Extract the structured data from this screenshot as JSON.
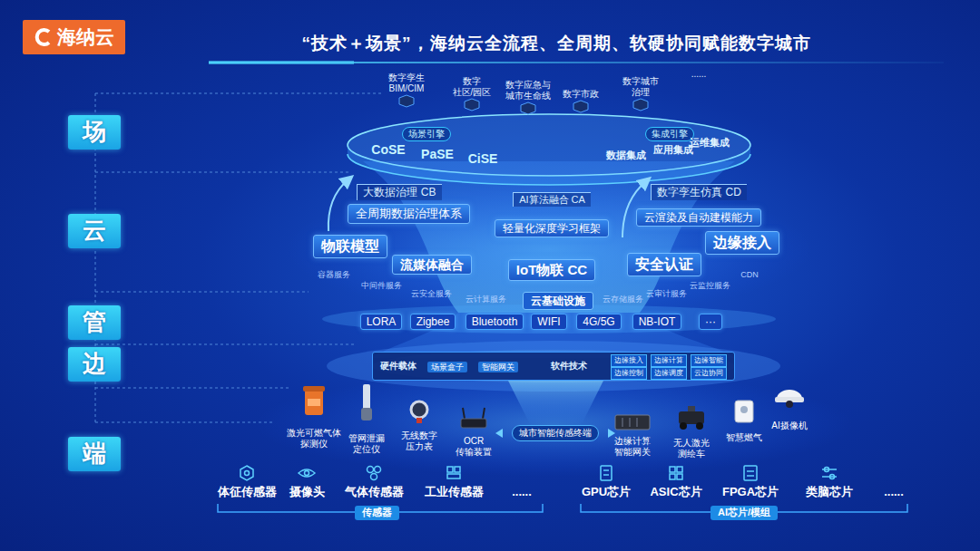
{
  "diagram": {
    "title": "“技术＋场景”，海纳云全流程、全周期、软硬协同赋能数字城市",
    "nodes": [
      {
        "text": [
          "海纳云"
        ]
      },
      {
        "text": [
          "场"
        ]
      },
      {
        "text": [
          "云"
        ]
      },
      {
        "text": [
          "管"
        ]
      },
      {
        "text": [
          "边"
        ]
      },
      {
        "text": [
          "端"
        ]
      },
      {
        "text": [
          "场景引擎"
        ]
      },
      {
        "text": [
          "集成引擎"
        ]
      },
      {
        "text": [
          "大数据治理 CB"
        ]
      },
      {
        "text": [
          "全周期数据治理体系"
        ]
      },
      {
        "text": [
          "AI算法融合 CA"
        ]
      },
      {
        "text": [
          "轻量化深度学习框架"
        ]
      },
      {
        "text": [
          "数字孪生仿真 CD"
        ]
      },
      {
        "text": [
          "云渲染及自动建模能力"
        ]
      },
      {
        "text": [
          "物联模型"
        ]
      },
      {
        "text": [
          "流媒体融合"
        ]
      },
      {
        "text": [
          "IoT物联 CC"
        ]
      },
      {
        "text": [
          "安全认证"
        ]
      },
      {
        "text": [
          "边缘接入"
        ]
      },
      {
        "text": [
          "云基础设施"
        ]
      },
      {
        "text": [
          "LORA"
        ]
      },
      {
        "text": [
          "Zigbee"
        ]
      },
      {
        "text": [
          "Bluetooth"
        ]
      },
      {
        "text": [
          "WIFI"
        ]
      },
      {
        "text": [
          "4G/5G"
        ]
      },
      {
        "text": [
          "NB-IOT"
        ]
      },
      {
        "text": [
          "···"
        ]
      },
      {
        "text": [
          "硬件载体",
          "软件技术"
        ]
      },
      {
        "text": [
          "场景盒子"
        ],
        "in": 27
      },
      {
        "text": [
          "智能网关"
        ],
        "in": 27
      },
      {
        "text": [
          "边缘接入"
        ],
        "in": 27
      },
      {
        "text": [
          "边缘计算"
        ],
        "in": 27
      },
      {
        "text": [
          "边缘智能"
        ],
        "in": 27
      },
      {
        "text": [
          "边缘控制"
        ],
        "in": 27
      },
      {
        "text": [
          "边缘调度"
        ],
        "in": 27
      },
      {
        "text": [
          "云边协同"
        ],
        "in": 27
      },
      {
        "text": [
          "城市智能传感终端"
        ]
      },
      {
        "text": [
          "传感器"
        ]
      },
      {
        "text": [
          "AI芯片/模组"
        ]
      }
    ],
    "labels": [
      "数字孪生 BIM/CIM",
      "数字 社区/园区",
      "数字应急与 城市生命线",
      "数字市政",
      "数字城市 治理",
      "......",
      "CoSE",
      "PaSE",
      "CiSE",
      "数据集成",
      "应用集成",
      "运维集成",
      "容器服务",
      "中间件服务",
      "云安全服务",
      "云计算服务",
      "云存储服务",
      "云审计服务",
      "云监控服务",
      "CDN",
      "激光可燃气体 探测仪",
      "管网泄漏 定位仪",
      "无线数字 压力表",
      "OCR 传输装置",
      "边缘计算 智能网关",
      "无人激光 测绘车",
      "智慧燃气",
      "AI摄像机",
      "体征传感器",
      "摄像头",
      "气体传感器",
      "工业传感器",
      "......",
      "GPU芯片",
      "ASIC芯片",
      "FPGA芯片",
      "类脑芯片",
      "......"
    ]
  }
}
